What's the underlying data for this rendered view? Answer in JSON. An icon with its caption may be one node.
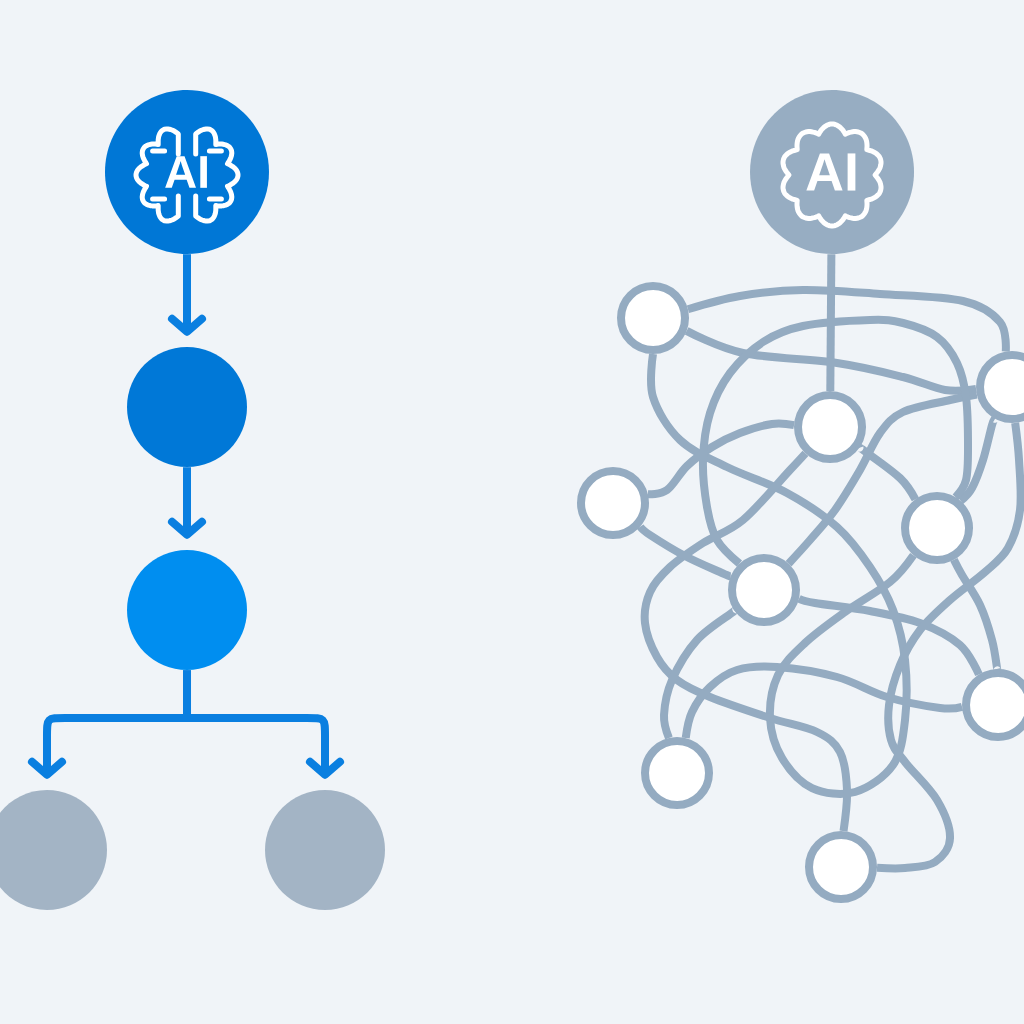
{
  "diagram": {
    "nodes": [
      {
        "text": [
          "AI"
        ]
      },
      {
        "text": [],
        "shape": "circle"
      },
      {
        "text": [],
        "shape": "circle"
      },
      {
        "text": [],
        "shape": "circle"
      },
      {
        "text": [],
        "shape": "circle"
      },
      {
        "text": [
          "AI"
        ]
      },
      {
        "text": [],
        "shape": "circle"
      },
      {
        "text": [],
        "shape": "circle"
      },
      {
        "text": [],
        "shape": "circle"
      },
      {
        "text": [],
        "shape": "circle"
      },
      {
        "text": [],
        "shape": "circle"
      },
      {
        "text": [],
        "shape": "circle"
      },
      {
        "text": [],
        "shape": "circle"
      },
      {
        "text": [],
        "shape": "circle"
      },
      {
        "text": [],
        "shape": "circle"
      }
    ],
    "edges": [
      {
        "from": 0,
        "to": 1,
        "arrow": "to",
        "color": "#0a7fe0"
      },
      {
        "from": 1,
        "to": 2,
        "arrow": "to",
        "color": "#0a7fe0"
      },
      {
        "from": 2,
        "to": 3,
        "arrow": "to",
        "color": "#0a7fe0"
      },
      {
        "from": 2,
        "to": 4,
        "arrow": "to",
        "color": "#0a7fe0"
      },
      {
        "from": 5,
        "to": 8,
        "arrow": "none"
      },
      {
        "from": 6,
        "to": 7,
        "arrow": "none"
      },
      {
        "from": 6,
        "to": 7,
        "arrow": "none"
      },
      {
        "from": 6,
        "to": 10,
        "arrow": "none"
      },
      {
        "from": 7,
        "to": 10,
        "arrow": "none"
      },
      {
        "from": 7,
        "to": 11,
        "arrow": "none"
      },
      {
        "from": 8,
        "to": 9,
        "arrow": "none"
      },
      {
        "from": 8,
        "to": 10,
        "arrow": "none"
      },
      {
        "from": 8,
        "to": 14,
        "arrow": "none"
      },
      {
        "from": 9,
        "to": 11,
        "arrow": "none"
      },
      {
        "from": 10,
        "to": 12,
        "arrow": "none"
      },
      {
        "from": 11,
        "to": 12,
        "arrow": "none"
      },
      {
        "from": 11,
        "to": 13,
        "arrow": "none"
      },
      {
        "from": 12,
        "to": 13,
        "arrow": "none"
      },
      {
        "from": 7,
        "to": 14,
        "arrow": "none"
      },
      {
        "from": 11,
        "to": 10,
        "arrow": "none"
      }
    ]
  }
}
